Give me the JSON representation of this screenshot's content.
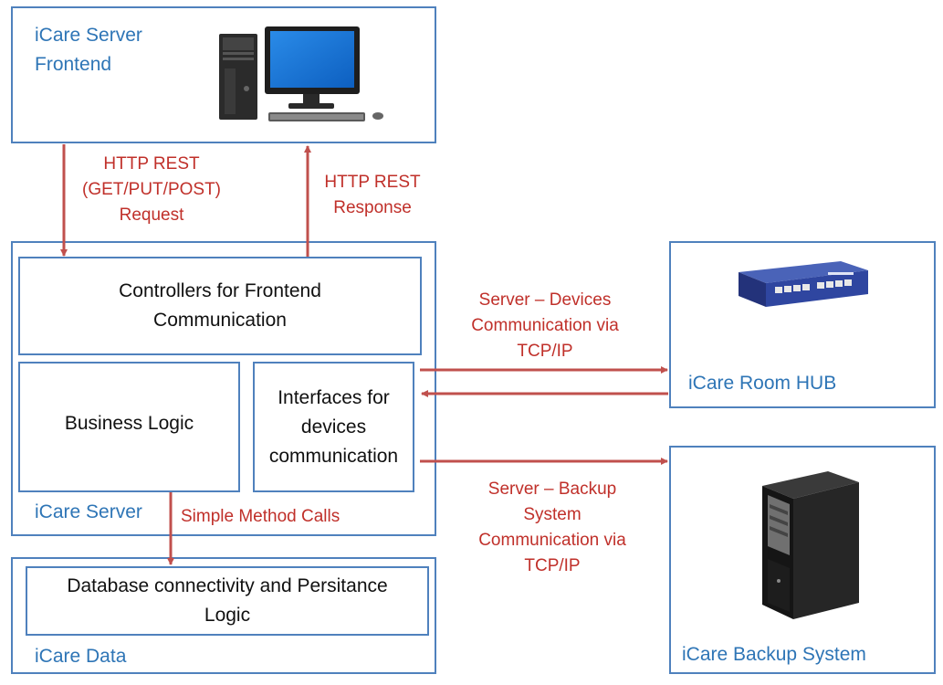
{
  "frontend": {
    "title": "iCare Server\nFrontend",
    "icon": "desktop-computer-icon"
  },
  "arrows": {
    "request_label": "HTTP REST\n(GET/PUT/POST)\nRequest",
    "response_label": "HTTP REST\nResponse",
    "devices_label": "Server – Devices\nCommunication via\nTCP/IP",
    "backup_label": "Server – Backup\nSystem\nCommunication via\nTCP/IP",
    "method_calls_label": "Simple Method Calls"
  },
  "server": {
    "title": "iCare Server",
    "controllers": "Controllers for Frontend\nCommunication",
    "business_logic": "Business Logic",
    "interfaces": "Interfaces for\ndevices\ncommunication"
  },
  "data": {
    "title": "iCare Data",
    "persistence": "Database connectivity and Persitance\nLogic"
  },
  "hub": {
    "title": "iCare Room HUB",
    "icon": "network-switch-icon"
  },
  "backup": {
    "title": "iCare Backup System",
    "icon": "server-tower-icon"
  },
  "colors": {
    "box_border": "#4f81bd",
    "label_blue": "#2e75b6",
    "arrow": "#c0504d",
    "arrow_text": "#c0302a"
  }
}
